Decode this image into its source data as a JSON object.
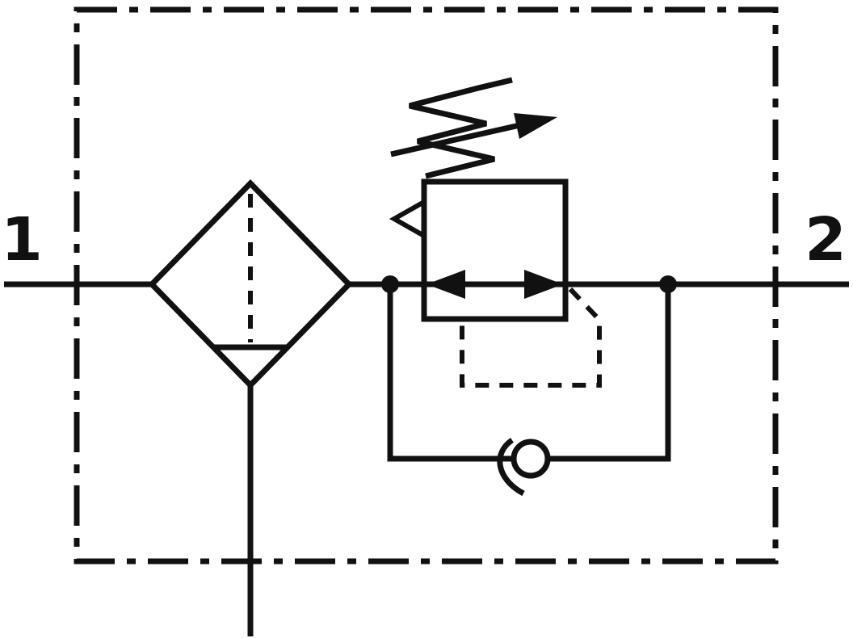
{
  "ports": {
    "inlet": "1",
    "outlet": "2"
  },
  "colors": {
    "line": "#111111",
    "background": "#ffffff"
  },
  "icons": {
    "filter-symbol": "diamond-with-dashed-filter-element-and-separator",
    "regulator-symbol": "square-with-opposed-flow-arrows",
    "adjustment-spring-icon": "zigzag-spring-with-adjustment-arrow",
    "relief-vent-icon": "open-triangle-left",
    "check-valve-icon": "circle-on-curved-seat",
    "junction-dot-icon": "filled-dot",
    "pilot-line": "dashed-feedback-line",
    "enclosure": "dash-dot-assembly-boundary"
  }
}
